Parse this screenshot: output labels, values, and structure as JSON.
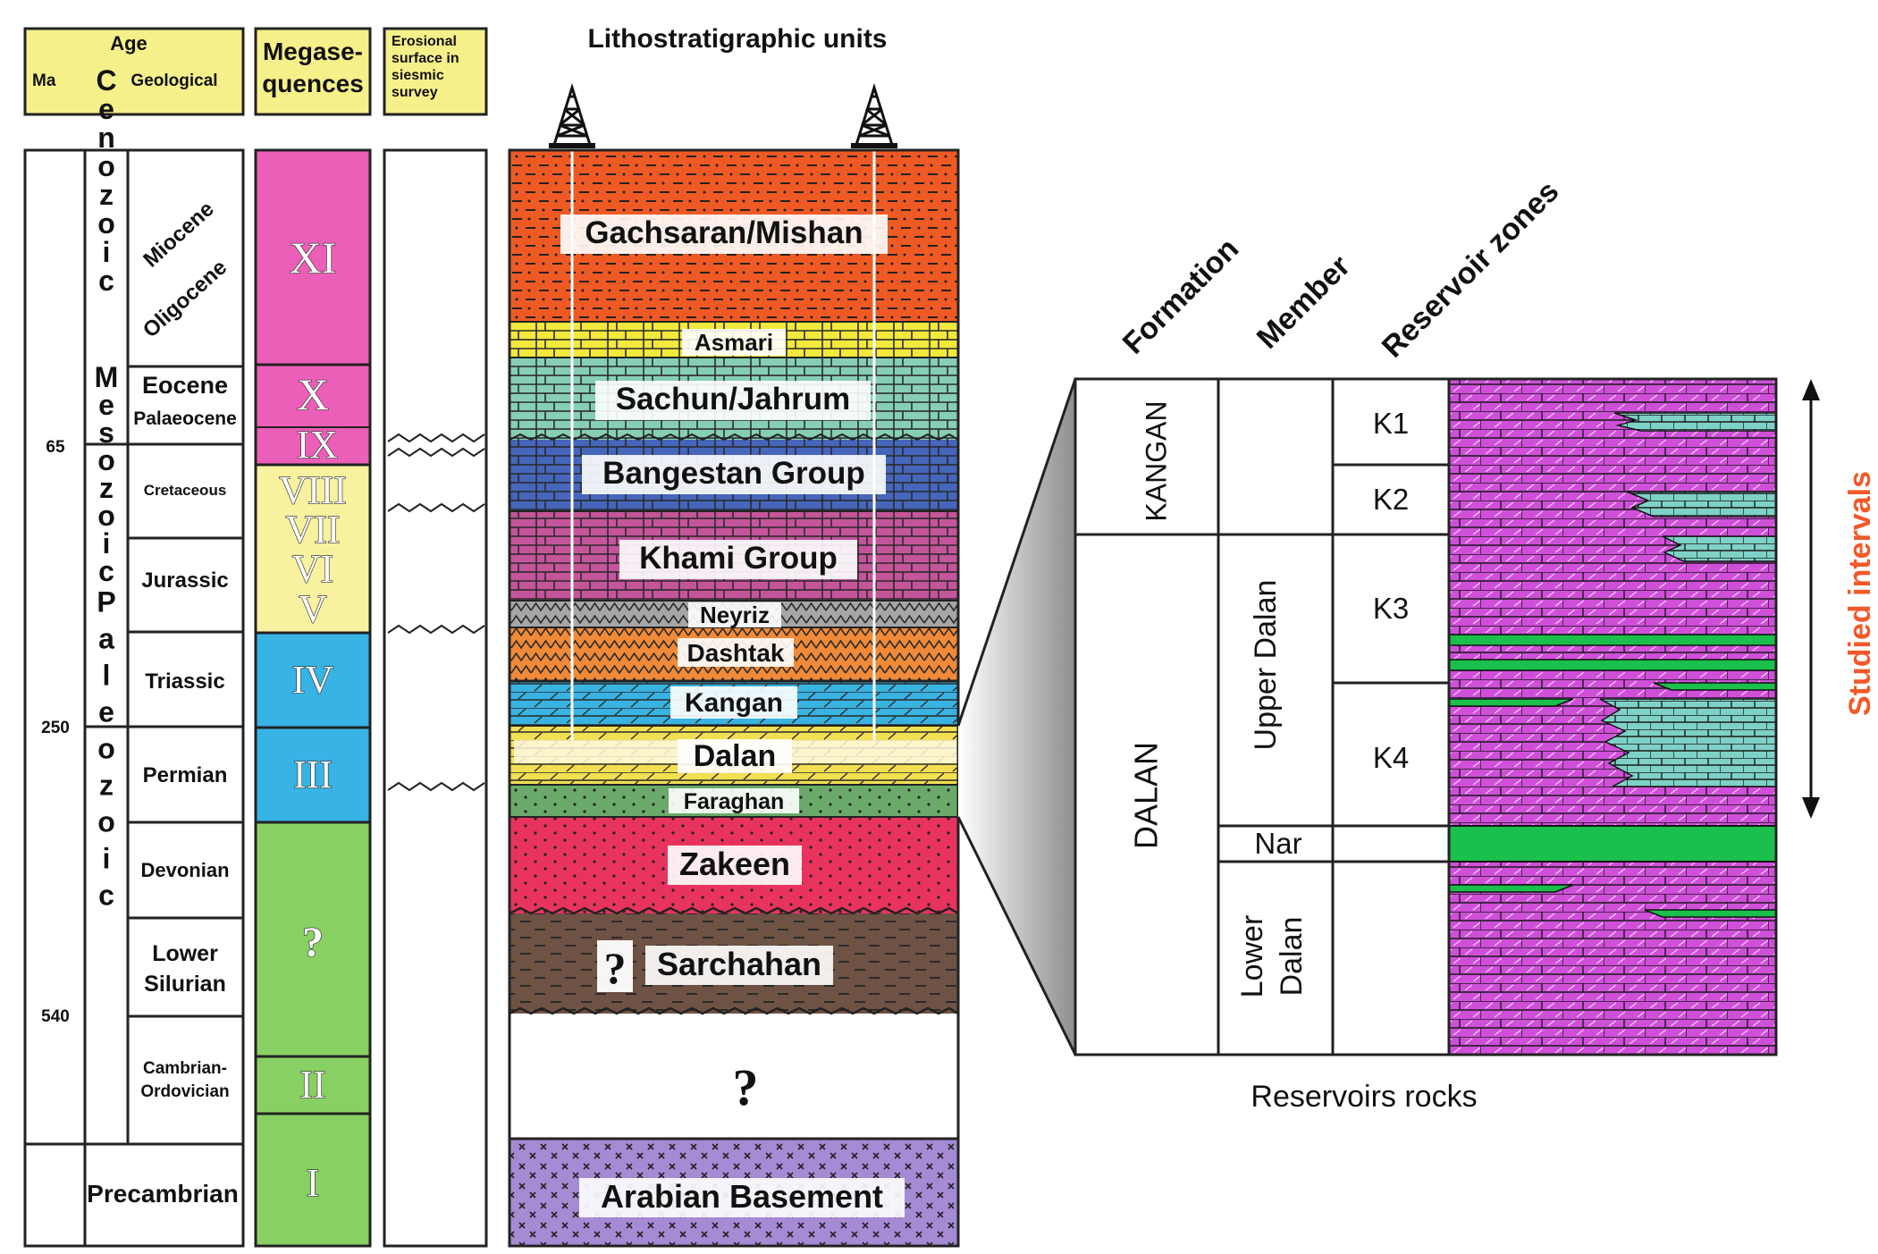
{
  "header": {
    "age_title": "Age",
    "age_ma": "Ma",
    "age_geological": "Geological",
    "megasequences_line1": "Megase-",
    "megasequences_line2": "quences",
    "erosional_line1": "Erosional",
    "erosional_line2": "surface in",
    "erosional_line3": "siesmic",
    "erosional_line4": "survey",
    "litho_title": "Lithostratigraphic units"
  },
  "eras": {
    "cenozoic": "Cenozoic",
    "mesozoic": "Mesozoic",
    "paleozoic": "Paleozoic"
  },
  "ma_ticks": [
    "65",
    "250",
    "540"
  ],
  "periods": {
    "miocene": "Miocene",
    "oligocene": "Oligocene",
    "eocene": "Eocene",
    "palaeocene": "Palaeocene",
    "cretaceous": "Cretaceous",
    "jurassic": "Jurassic",
    "triassic": "Triassic",
    "permian": "Permian",
    "devonian": "Devonian",
    "lower": "Lower",
    "silurian": "Silurian",
    "cambrian": "Cambrian-",
    "ordovician": "Ordovician",
    "precambrian": "Precambrian"
  },
  "megasequences": {
    "xi": "XI",
    "x": "X",
    "ix": "IX",
    "viii": "VIII",
    "vii": "VII",
    "vi": "VI",
    "v": "V",
    "iv": "IV",
    "iii": "III",
    "q": "?",
    "ii": "II",
    "i": "I"
  },
  "units": {
    "gachsaran": "Gachsaran/Mishan",
    "asmari": "Asmari",
    "sachun": "Sachun/Jahrum",
    "bangestan": "Bangestan Group",
    "khami": "Khami Group",
    "neyriz": "Neyriz",
    "dashtak": "Dashtak",
    "kangan": "Kangan",
    "dalan": "Dalan",
    "faraghan": "Faraghan",
    "zakeen": "Zakeen",
    "sarchahan_q": "?",
    "sarchahan": "Sarchahan",
    "unknown": "?",
    "basement": "Arabian Basement"
  },
  "reservoir": {
    "col_formation": "Formation",
    "col_member": "Member",
    "col_zones": "Reservoir zones",
    "formation_kangan": "KANGAN",
    "formation_dalan": "DALAN",
    "member_upper": "Upper Dalan",
    "member_nar": "Nar",
    "member_lower1": "Lower",
    "member_lower2": "Dalan",
    "zone_k1": "K1",
    "zone_k2": "K2",
    "zone_k3": "K3",
    "zone_k4": "K4",
    "caption": "Reservoirs rocks",
    "studied": "Studied intervals"
  },
  "colors": {
    "header_yellow": "#f6f08a",
    "mega_pink": "#ec5fb8",
    "mega_yellow": "#f7f1a0",
    "mega_blue": "#37b3e6",
    "mega_green": "#88d063",
    "gachsaran": "#ef5a24",
    "asmari": "#f3e83c",
    "sachun": "#86cfb4",
    "bangestan": "#4566bb",
    "khami": "#c4559b",
    "neyriz": "#a6a6a6",
    "dashtak": "#f08a38",
    "kangan": "#38b3e2",
    "dalan": "#f3df52",
    "faraghan": "#6aa96a",
    "zakeen": "#e9335f",
    "sarchahan": "#6e5244",
    "basement": "#a58ad4",
    "reservoir_purple": "#cf4fd9",
    "reservoir_green": "#1bbf4c",
    "reservoir_teal": "#7ed1c6",
    "studied_red": "#f05a2a"
  }
}
